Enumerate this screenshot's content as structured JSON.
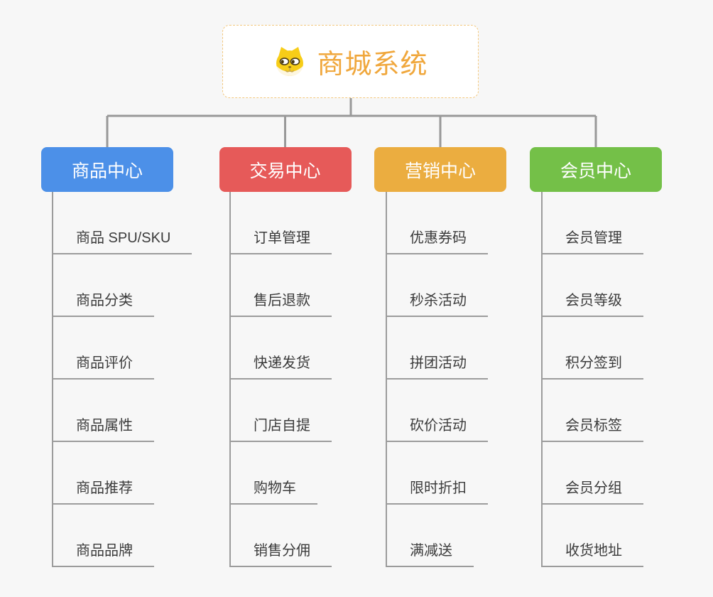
{
  "page": {
    "background_color": "#f7f7f7",
    "connector_color": "#999999",
    "underline_color": "#9c9c9c",
    "subtopic_text_color": "#3b3b3b"
  },
  "root": {
    "title": "商城系统",
    "icon": "dog-face-icon",
    "text_color": "#f0a73c",
    "border_color": "#f3c87f",
    "background_color": "#ffffff"
  },
  "branches": [
    {
      "id": "product-center",
      "label": "商品中心",
      "color": "#4c90e8",
      "children": [
        "商品 SPU/SKU",
        "商品分类",
        "商品评价",
        "商品属性",
        "商品推荐",
        "商品品牌"
      ]
    },
    {
      "id": "trade-center",
      "label": "交易中心",
      "color": "#e65a59",
      "children": [
        "订单管理",
        "售后退款",
        "快递发货",
        "门店自提",
        "购物车",
        "销售分佣"
      ]
    },
    {
      "id": "marketing-center",
      "label": "营销中心",
      "color": "#ebad40",
      "children": [
        "优惠券码",
        "秒杀活动",
        "拼团活动",
        "砍价活动",
        "限时折扣",
        "满减送"
      ]
    },
    {
      "id": "member-center",
      "label": "会员中心",
      "color": "#74c048",
      "children": [
        "会员管理",
        "会员等级",
        "积分签到",
        "会员标签",
        "会员分组",
        "收货地址"
      ]
    }
  ]
}
